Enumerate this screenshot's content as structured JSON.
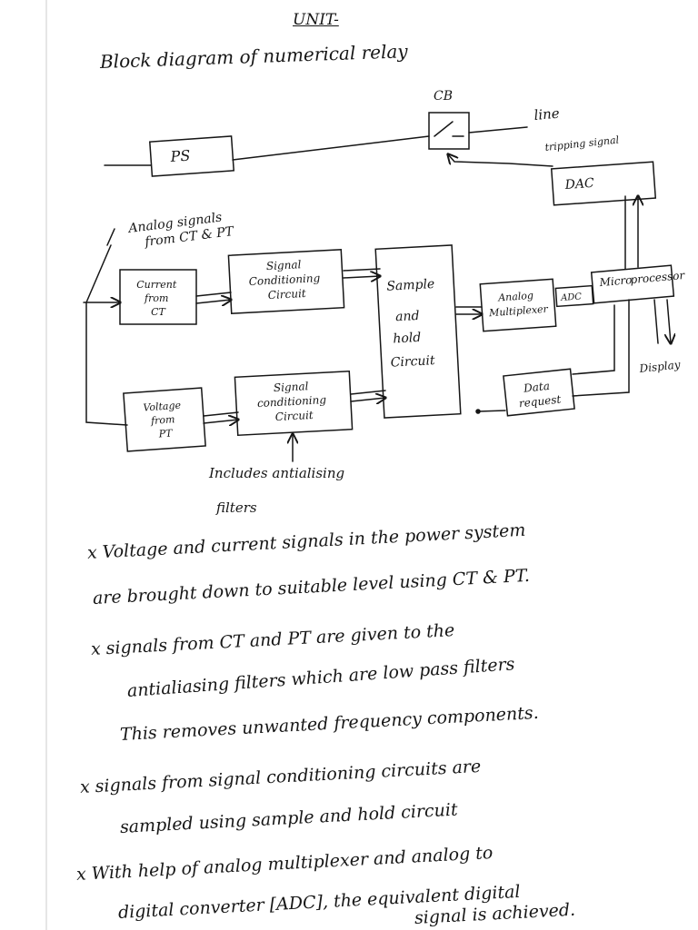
{
  "header": {
    "unit": "UNIT-",
    "title": "Block diagram of numerical relay"
  },
  "diagram": {
    "cb": "CB",
    "line": "line",
    "tripping_signal": "tripping signal",
    "ps": "PS",
    "dac": "DAC",
    "analog_signals": [
      "Analog signals",
      "from CT & PT"
    ],
    "current_block": [
      "Current",
      "from",
      "CT"
    ],
    "signal_cond_1": [
      "Signal",
      "Conditioning",
      "Circuit"
    ],
    "voltage_block": [
      "Voltage",
      "from",
      "PT"
    ],
    "signal_cond_2": [
      "Signal",
      "conditioning",
      "Circuit"
    ],
    "sample_hold": [
      "Sample",
      "and",
      "hold",
      "Circuit"
    ],
    "analog_mux": [
      "Analog",
      "Multiplexer"
    ],
    "adc": "ADC",
    "microprocessor": [
      "Micro",
      "processor"
    ],
    "data_request": [
      "Data",
      "request"
    ],
    "display": "Display",
    "includes": [
      "Includes antialising",
      "filters"
    ]
  },
  "notes": [
    "x  Voltage and current signals in the power system",
    "are brought down to suitable level using CT & PT.",
    "x  signals from CT and PT are given to the",
    "antialiasing filters which are low pass filters",
    "This removes unwanted frequency components.",
    "x  signals from signal conditioning circuits are",
    "sampled using sample and hold circuit",
    "x  With help of analog multiplexer and analog to",
    "digital converter [ADC], the equivalent digital",
    "signal is achieved."
  ]
}
